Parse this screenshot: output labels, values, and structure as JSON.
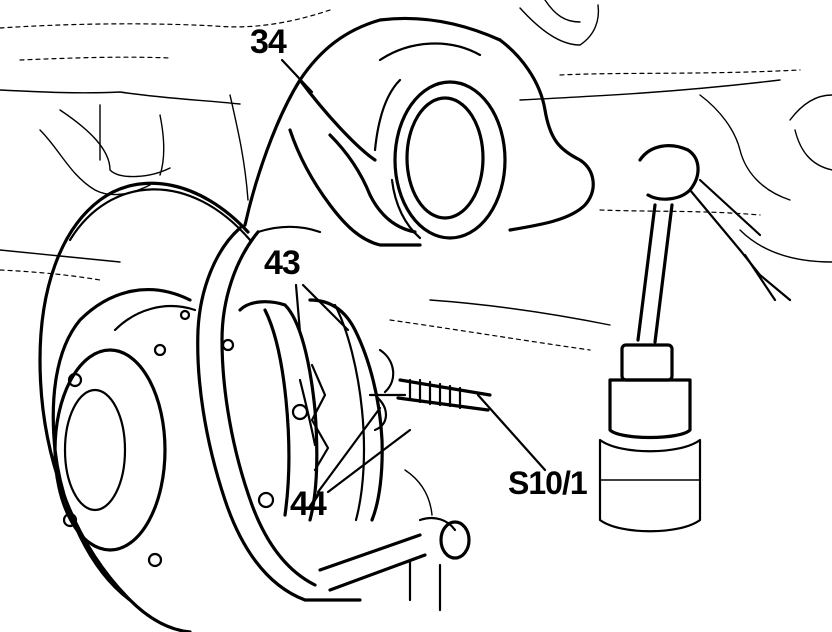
{
  "figure": {
    "callouts": {
      "brake_carrier": "34",
      "brake_pads": "43",
      "retaining_springs": "44",
      "wear_sensor": "S10/1"
    }
  },
  "colors": {
    "ink": "#000000",
    "paper": "#ffffff"
  }
}
